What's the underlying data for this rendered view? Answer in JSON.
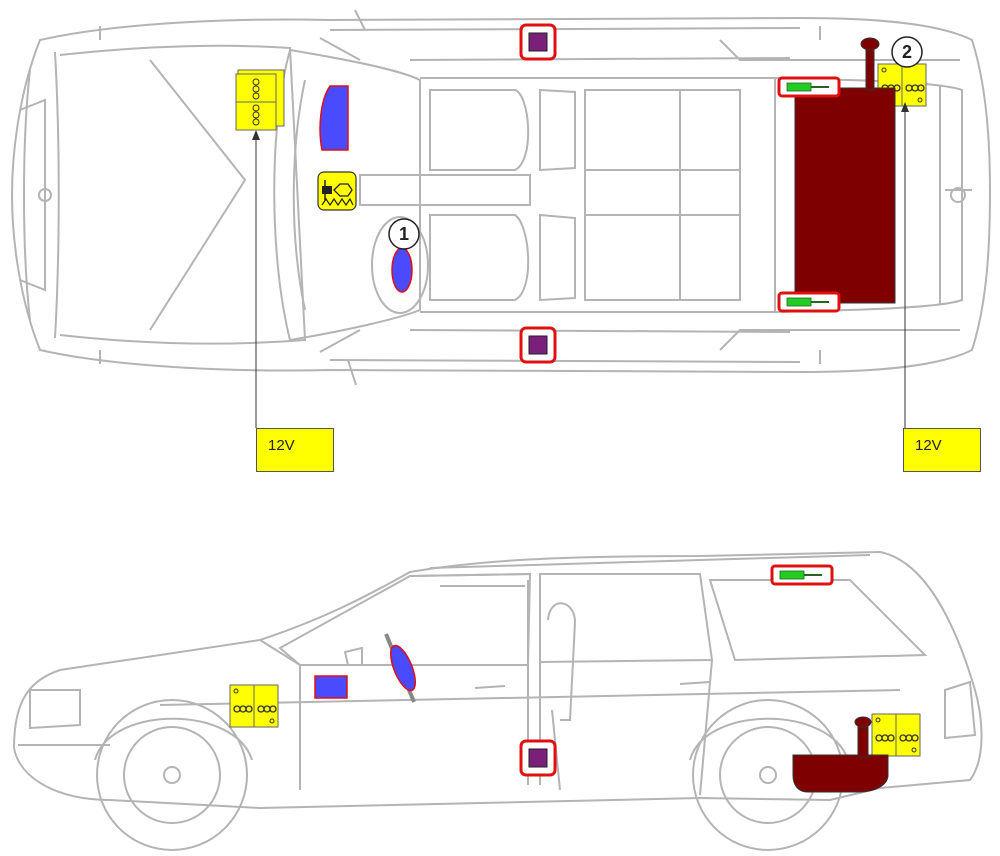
{
  "battery_labels": {
    "front": "12V",
    "rear": "12V"
  },
  "callouts": {
    "driver_airbag": "1",
    "rear_battery": "2"
  },
  "colors": {
    "battery": "#ffff00",
    "hv_tank": "#7f0000",
    "airbag": "#4a4aff",
    "sensor": "#7a1f7a",
    "frame_red": "#e01010",
    "curtain_green": "#22cc22",
    "car_outline": "#b4b4b4"
  },
  "icons": [
    "battery-icon",
    "airbag-icon",
    "side-sensor-icon",
    "gas-generator-icon",
    "seatbelt-pretensioner-icon",
    "gas-tank"
  ]
}
